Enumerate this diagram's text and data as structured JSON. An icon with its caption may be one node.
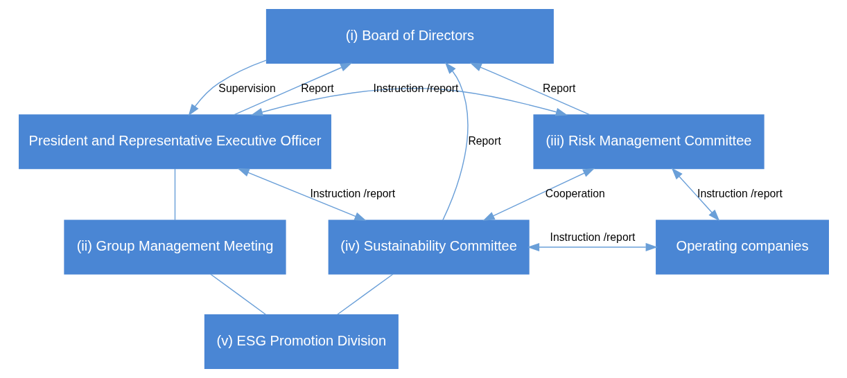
{
  "diagram": {
    "nodes": [
      {
        "text": [
          "(i) Board of Directors"
        ]
      },
      {
        "text": [
          "President and Representative Executive Officer"
        ]
      },
      {
        "text": [
          "(iii) Risk Management Committee"
        ]
      },
      {
        "text": [
          "(ii) Group Management Meeting"
        ]
      },
      {
        "text": [
          "(iv) Sustainability Committee"
        ]
      },
      {
        "text": [
          "Operating companies"
        ]
      },
      {
        "text": [
          "(v) ESG Promotion Division"
        ]
      }
    ],
    "edges": [
      {
        "from": 1,
        "to": 0,
        "arrow": "to",
        "label": "Report"
      },
      {
        "from": 0,
        "to": 1,
        "arrow": "to",
        "label": "Supervision"
      },
      {
        "from": 1,
        "to": 2,
        "arrow": "both",
        "label": "Instruction /report"
      },
      {
        "from": 1,
        "to": 4,
        "arrow": "both",
        "label": "Instruction /report"
      },
      {
        "from": 2,
        "to": 0,
        "arrow": "to",
        "label": "Report"
      },
      {
        "from": 4,
        "to": 0,
        "arrow": "to",
        "label": "Report"
      },
      {
        "from": 2,
        "to": 4,
        "arrow": "both",
        "label": "Cooperation"
      },
      {
        "from": 2,
        "to": 5,
        "arrow": "both",
        "label": "Instruction /report"
      },
      {
        "from": 4,
        "to": 5,
        "arrow": "both",
        "label": "Instruction /report"
      },
      {
        "from": 1,
        "to": 3,
        "arrow": "none"
      },
      {
        "from": 3,
        "to": 6,
        "arrow": "none"
      },
      {
        "from": 6,
        "to": 4,
        "arrow": "none"
      }
    ]
  }
}
